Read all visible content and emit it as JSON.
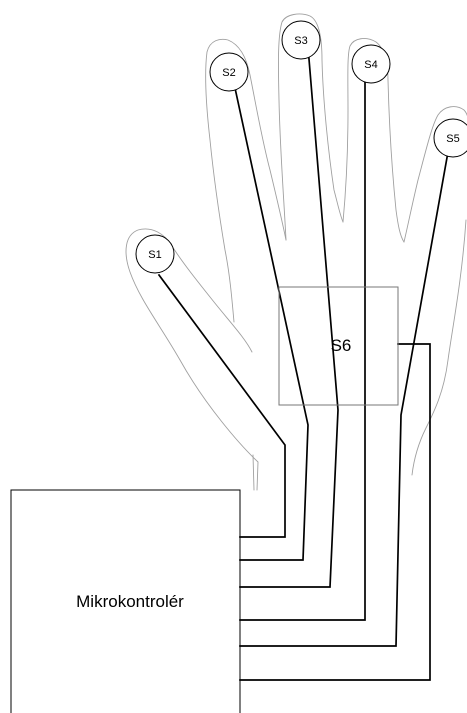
{
  "diagram": {
    "microcontroller_label": "Mikrokontrolér",
    "central_sensor_label": "S6",
    "finger_sensors": [
      {
        "id": "S1",
        "label": "S1"
      },
      {
        "id": "S2",
        "label": "S2"
      },
      {
        "id": "S3",
        "label": "S3"
      },
      {
        "id": "S4",
        "label": "S4"
      },
      {
        "id": "S5",
        "label": "S5"
      }
    ],
    "colors": {
      "wire": "#000000",
      "hand_outline": "#a0a0a0",
      "background": "#ffffff"
    }
  }
}
